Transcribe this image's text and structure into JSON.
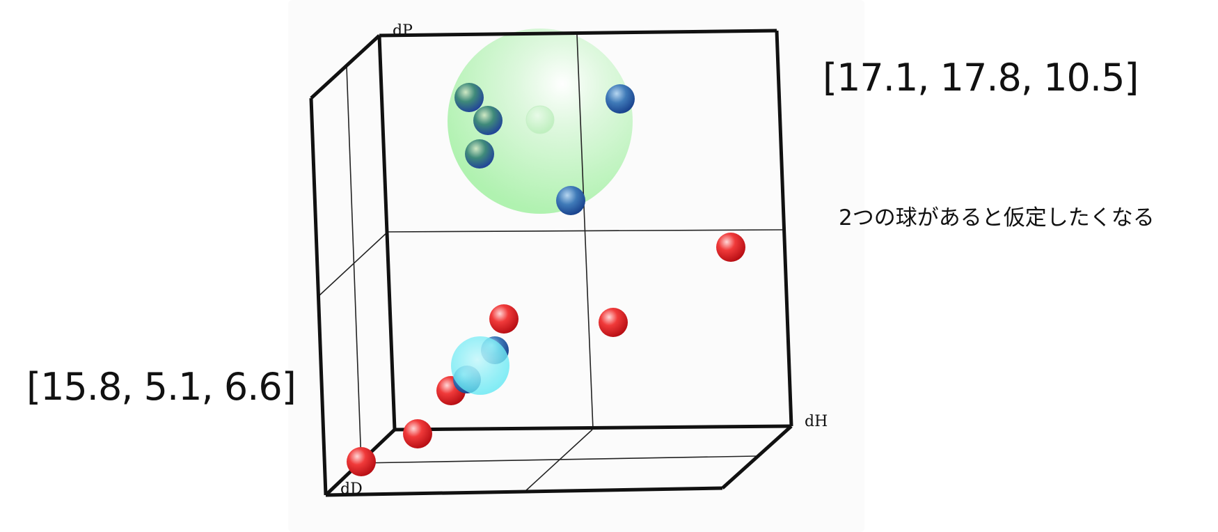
{
  "labels": {
    "top_coordinate": "[17.1, 17.8, 10.5]",
    "bottom_coordinate": "[15.8, 5.1, 6.6]",
    "annotation": "2つの球があると仮定したくなる"
  },
  "axes": {
    "p": "dP",
    "h": "dH",
    "d": "dD"
  },
  "colors": {
    "frame": "#111111",
    "grid": "#222222",
    "panel": "#fbfbfb",
    "large_sphere": "#9ff0a0",
    "small_sphere": "#55e6f2",
    "point_blue": "#1b52b8",
    "point_green": "#3f9a4a",
    "point_red": "#e8141e"
  },
  "icons": {
    "point_marker": "sphere-icon"
  }
}
